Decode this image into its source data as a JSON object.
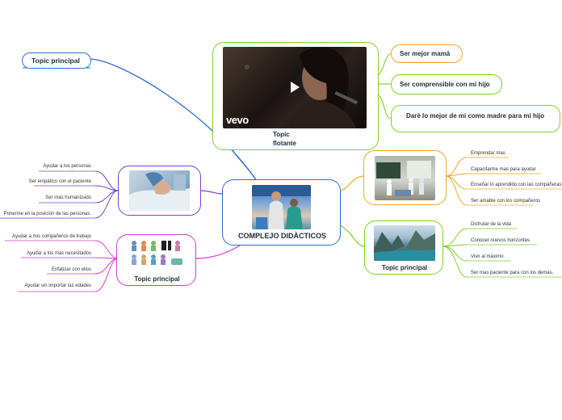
{
  "central": {
    "label": "COMPLEJO DIDÀCTICOS"
  },
  "topic_top_left": {
    "label": "Topic principal"
  },
  "video_node": {
    "caption": "Topic flotante",
    "brand": "vevo"
  },
  "video_children": [
    {
      "label": "Ser mejor mamá"
    },
    {
      "label": "Ser comprensible con mi hijo"
    },
    {
      "label": "Darè lo mejor de mi como madre para mi hijo"
    }
  ],
  "left_upper_leaves": [
    {
      "label": "Ayudar a los personas"
    },
    {
      "label": "Ser empàtico con el paciente"
    },
    {
      "label": "Ser mas humanizado"
    },
    {
      "label": "Ponerme en  la posiciòn de las personas."
    }
  ],
  "left_lower": {
    "label": "Topic principal",
    "leaves": [
      {
        "label": "Ayudar a mis compañeros de trabajo"
      },
      {
        "label": "Ayudar a los mas necesitados"
      },
      {
        "label": "Enfatizar con ellos"
      },
      {
        "label": "Ayudar sin importar las edades"
      }
    ]
  },
  "right_upper_leaves": [
    {
      "label": "Emprendar mas"
    },
    {
      "label": "Capacitarme mas para ayudar"
    },
    {
      "label": "Enseñar lo aprendido con las compañeras."
    },
    {
      "label": "Ser amable con los compañeros"
    }
  ],
  "right_lower": {
    "label": "Topic principal",
    "leaves": [
      {
        "label": "Disfrutar de la vida"
      },
      {
        "label": "Conocer nuevos horizontes"
      },
      {
        "label": "Vivir al màximo"
      },
      {
        "label": "Ser mas paciente para con los demàs."
      }
    ]
  },
  "colors": {
    "blue": "#2f6fd6",
    "green": "#7ed321",
    "orange": "#f5a623",
    "purple": "#7b3fc4",
    "magenta": "#d63cc9",
    "teal": "#2fa7a0"
  }
}
